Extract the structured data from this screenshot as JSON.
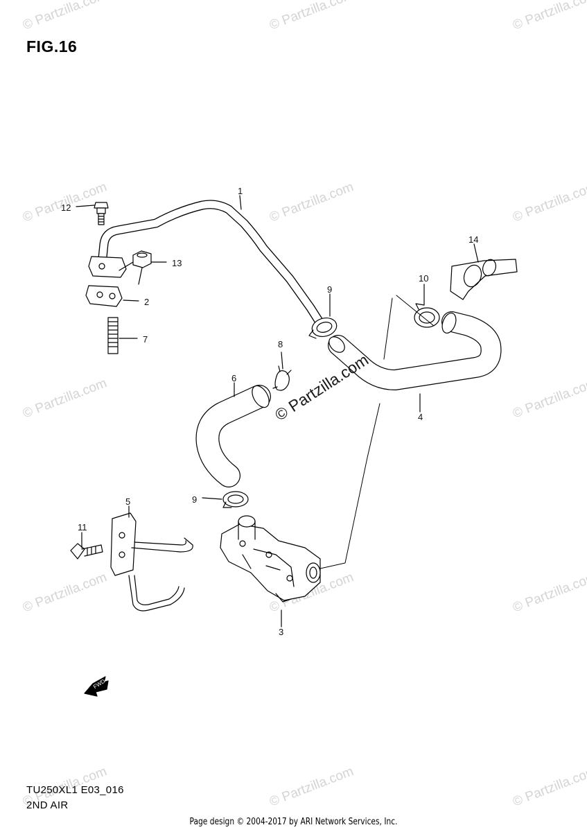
{
  "figure": {
    "title": "FIG.16"
  },
  "watermarks": {
    "text": "© Partzilla.com",
    "center_text": "© Partzilla.com"
  },
  "callouts": {
    "c1": "1",
    "c2": "2",
    "c3": "3",
    "c4": "4",
    "c5": "5",
    "c6": "6",
    "c7": "7",
    "c8": "8",
    "c9a": "9",
    "c9b": "9",
    "c10": "10",
    "c11": "11",
    "c12": "12",
    "c13": "13",
    "c14": "14"
  },
  "fwd_label": "FWD",
  "model_code": "TU250XL1 E03_016",
  "subtitle": "2ND AIR",
  "footer": "Page design © 2004-2017 by ARI Network Services, Inc."
}
